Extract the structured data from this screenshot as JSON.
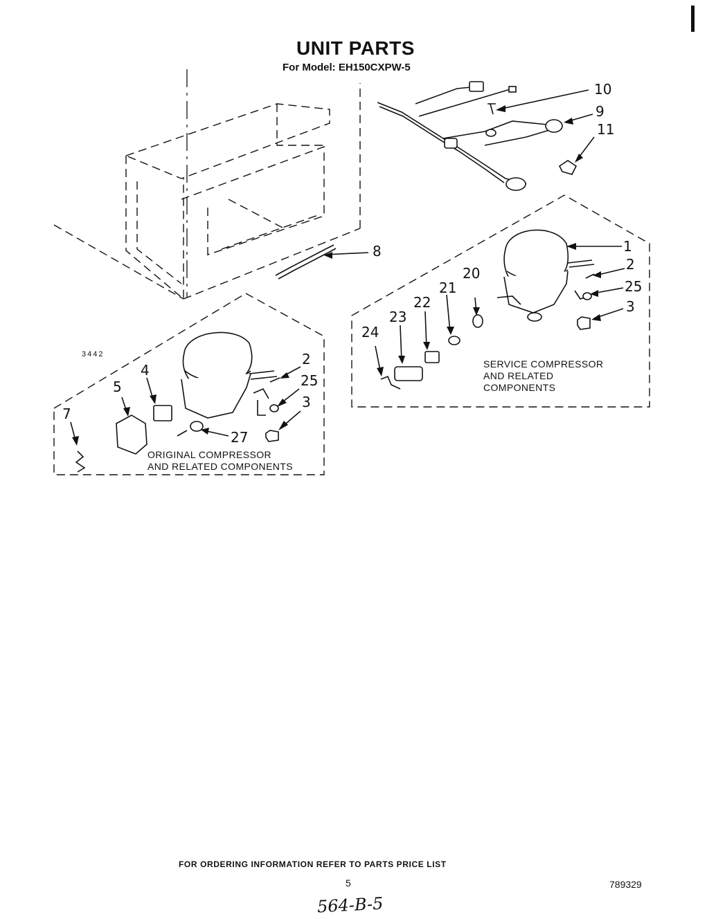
{
  "header": {
    "title": "UNIT PARTS",
    "model_line": "For Model: EH150CXPW-5"
  },
  "drawing_number": "3442",
  "callouts": {
    "c1": "1",
    "c2a": "2",
    "c2b": "2",
    "c3a": "3",
    "c3b": "3",
    "c4": "4",
    "c5": "5",
    "c7": "7",
    "c8": "8",
    "c9": "9",
    "c10": "10",
    "c11": "11",
    "c20": "20",
    "c21": "21",
    "c22": "22",
    "c23": "23",
    "c24": "24",
    "c25a": "25",
    "c25b": "25",
    "c27": "27"
  },
  "sections": {
    "service": [
      "SERVICE COMPRESSOR",
      "AND RELATED",
      "COMPONENTS"
    ],
    "original": [
      "ORIGINAL COMPRESSOR",
      "AND RELATED COMPONENTS"
    ]
  },
  "footer": {
    "ordering": "FOR ORDERING INFORMATION REFER TO PARTS PRICE LIST",
    "page_number": "5",
    "doc_number": "789329",
    "handwritten": "564-B-5"
  }
}
